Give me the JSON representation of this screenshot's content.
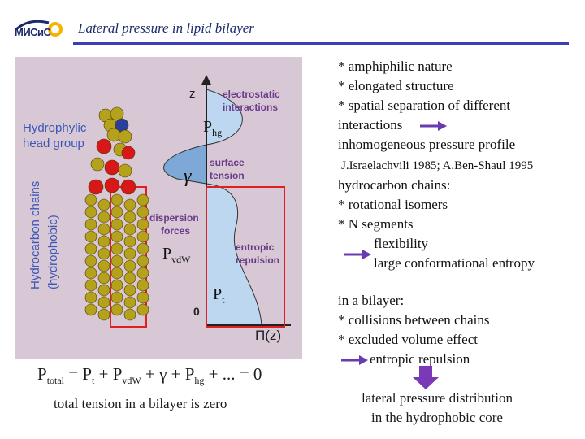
{
  "header": {
    "logo_text": "МИСиС",
    "title": "Lateral pressure in lipid bilayer"
  },
  "diagram": {
    "axis_z": "z",
    "axis_pi": "Π(z)",
    "zero": "0",
    "label_head": [
      "Hydrophylic",
      "head group"
    ],
    "label_chains": [
      "Hydrocarbon chains",
      "(hydrophobic)"
    ],
    "label_electrostatic": [
      "electrostatic",
      "interactions"
    ],
    "label_surface": [
      "surface",
      "tension"
    ],
    "label_dispersion": [
      "dispersion",
      "forces"
    ],
    "label_entropic": [
      "entropic",
      "repulsion"
    ],
    "sym_phg": "hg",
    "sym_gamma": "γ",
    "sym_pvdw": "vdW",
    "sym_pt": "t",
    "colors": {
      "panel": "#d8c7d4",
      "label_blue": "#3a57b8",
      "label_purple": "#6a3a8a",
      "curve_fill": "#8ab4e0",
      "curve_light": "#bcd7ef",
      "box_red": "#e02020"
    }
  },
  "right_text": {
    "lines_1": [
      "* amphiphilic nature",
      "* elongated structure",
      "* spatial separation of different",
      "interactions"
    ],
    "line_inhom": "inhomogeneous pressure profile",
    "reference": "J.Israelachvili 1985; A.Ben-Shaul  1995",
    "lines_2": [
      "hydrocarbon chains:",
      "* rotational isomers",
      "* N segments"
    ],
    "flex": "flexibility",
    "entropy": "large conformational entropy",
    "lines_3": [
      "in a bilayer:",
      "* collisions between chains",
      "* excluded volume effect"
    ],
    "entropic_repulsion": "entropic repulsion"
  },
  "equation": {
    "total_sub": "total",
    "t_sub": "t",
    "vdw_sub": "vdW",
    "hg_sub": "hg",
    "caption": "total tension in a bilayer is zero"
  },
  "conclusion": [
    "lateral pressure distribution",
    "in the hydrophobic core"
  ]
}
